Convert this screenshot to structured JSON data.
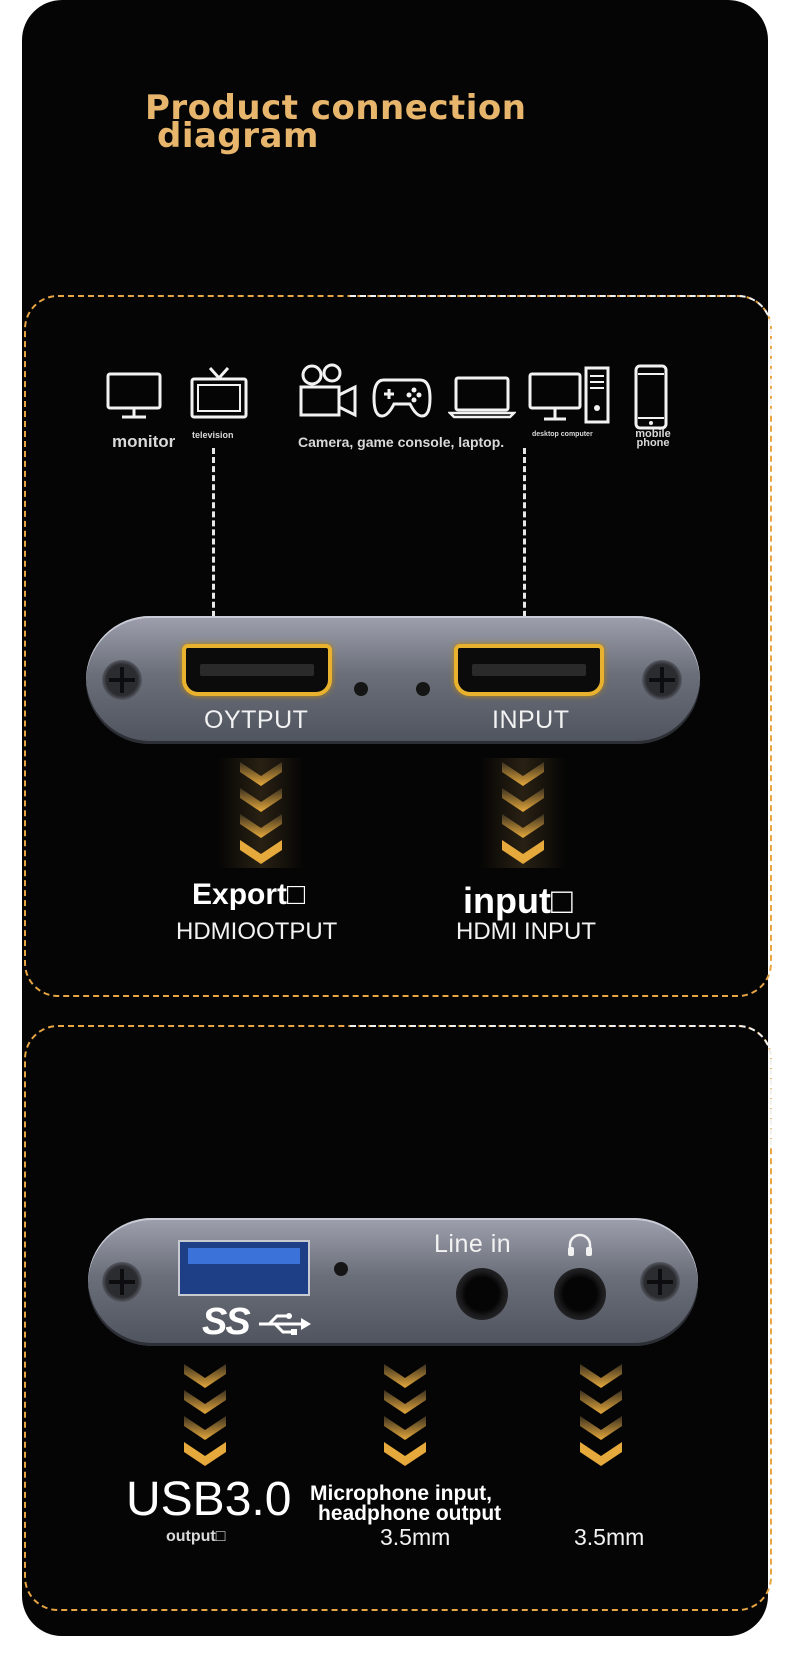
{
  "title_line1": "Product connection",
  "title_line2": "diagram",
  "devices": {
    "monitor": "monitor",
    "television": "television",
    "sources": "Camera, game console, laptop.",
    "desktop": "desktop computer",
    "mobile_line1": "mobile",
    "mobile_line2": "phone"
  },
  "hdmi_panel": {
    "output_port_label": "OYTPUT",
    "input_port_label": "INPUT",
    "export_title": "Export□",
    "export_sub": "HDMIOOTPUT",
    "input_title": "input□",
    "input_sub": "HDMI INPUT"
  },
  "usb_panel": {
    "line_in_label": "Line in",
    "usb_logo": "SS",
    "usb_title": "USB3.0",
    "usb_sub": "output□",
    "mic_line1": "Microphone input,",
    "mic_line2": "headphone output",
    "mic_size": "3.5mm",
    "headphone_size": "3.5mm"
  },
  "colors": {
    "accent_gold": "#e7b66c",
    "hdmi_gold": "#e8b22e",
    "usb_blue": "#2f62c9"
  },
  "icons": [
    "monitor-icon",
    "television-icon",
    "camera-icon",
    "gamepad-icon",
    "laptop-icon",
    "desktop-computer-icon",
    "mobile-phone-icon",
    "headphone-icon",
    "superspeed-usb-icon"
  ]
}
